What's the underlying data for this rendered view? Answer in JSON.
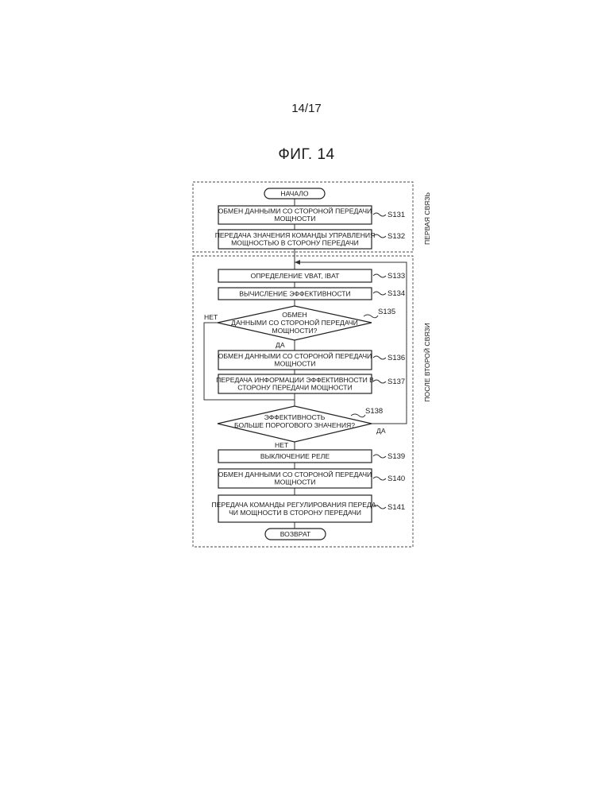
{
  "page_number": "14/17",
  "figure_title": "ФИГ. 14",
  "regions": {
    "first": "ПЕРВАЯ СВЯЗЬ",
    "second": "ПОСЛЕ ВТОРОЙ СВЯЗИ"
  },
  "terminals": {
    "start": "НАЧАЛО",
    "end": "ВОЗВРАТ"
  },
  "steps": {
    "s131": {
      "id": "S131",
      "line1": "ОБМЕН ДАННЫМИ СО СТОРОНОЙ ПЕРЕДАЧИ",
      "line2": "МОЩНОСТИ"
    },
    "s132": {
      "id": "S132",
      "line1": "ПЕРЕДАЧА ЗНАЧЕНИЯ КОМАНДЫ УПРАВЛЕНИЯ",
      "line2": "МОЩНОСТЬЮ В СТОРОНУ ПЕРЕДАЧИ"
    },
    "s133": {
      "id": "S133",
      "line1": "ОПРЕДЕЛЕНИЕ VBAT, IBAT"
    },
    "s134": {
      "id": "S134",
      "line1": "ВЫЧИСЛЕНИЕ ЭФФЕКТИВНОСТИ"
    },
    "s135": {
      "id": "S135",
      "line1": "ОБМЕН",
      "line2": "ДАННЫМИ СО СТОРОНОЙ ПЕРЕДАЧИ",
      "line3": "МОЩНОСТИ?"
    },
    "s136": {
      "id": "S136",
      "line1": "ОБМЕН ДАННЫМИ СО СТОРОНОЙ ПЕРЕДАЧИ",
      "line2": "МОЩНОСТИ"
    },
    "s137": {
      "id": "S137",
      "line1": "ПЕРЕДАЧА ИНФОРМАЦИИ ЭФФЕКТИВНОСТИ В",
      "line2": "СТОРОНУ ПЕРЕДАЧИ МОЩНОСТИ"
    },
    "s138": {
      "id": "S138",
      "line1": "ЭФФЕКТИВНОСТЬ",
      "line2": "БОЛЬШЕ ПОРОГОВОГО ЗНАЧЕНИЯ?"
    },
    "s139": {
      "id": "S139",
      "line1": "ВЫКЛЮЧЕНИЕ РЕЛЕ"
    },
    "s140": {
      "id": "S140",
      "line1": "ОБМЕН ДАННЫМИ СО СТОРОНОЙ ПЕРЕДАЧИ",
      "line2": "МОЩНОСТИ"
    },
    "s141": {
      "id": "S141",
      "line1": "ПЕРЕДАЧА КОМАНДЫ РЕГУЛИРОВАНИЯ ПЕРЕДА-",
      "line2": "ЧИ МОЩНОСТИ В СТОРОНУ ПЕРЕДАЧИ"
    }
  },
  "branch_labels": {
    "s135_no": "НЕТ",
    "s135_yes": "ДА",
    "s138_yes": "ДА",
    "s138_no": "НЕТ"
  }
}
